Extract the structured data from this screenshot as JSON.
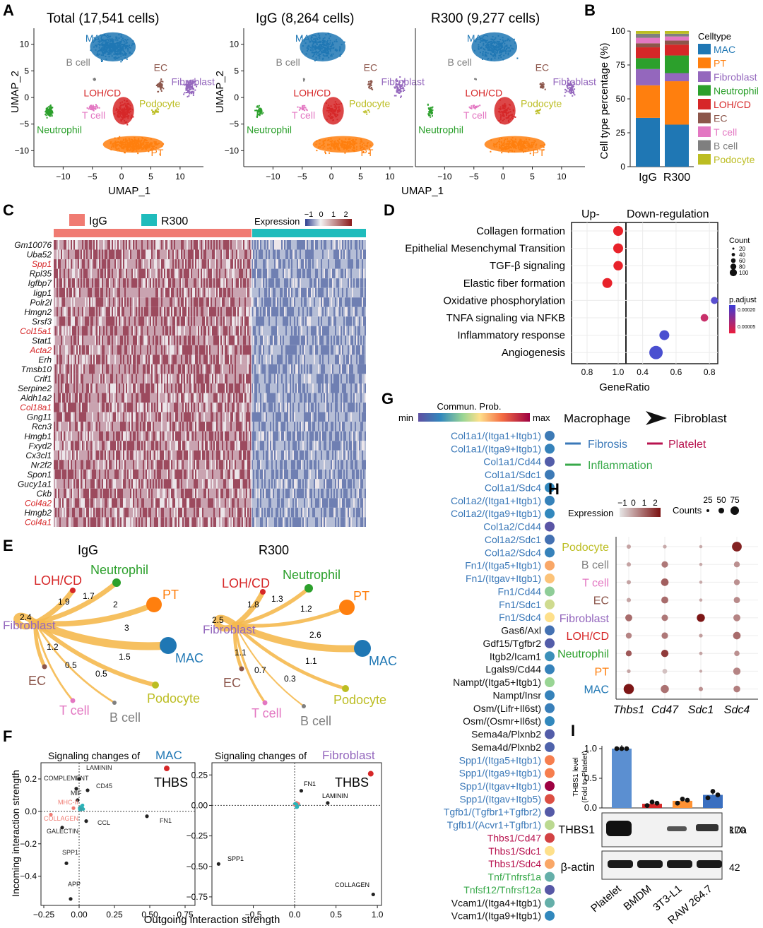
{
  "colors": {
    "MAC": "#1f77b4",
    "PT": "#ff7f0e",
    "Fibroblast": "#9467bd",
    "Neutrophil": "#2ca02c",
    "LOH/CD": "#d62728",
    "EC": "#8c564b",
    "T cell": "#e377c2",
    "B cell": "#7f7f7f",
    "Podocyte": "#bcbd22",
    "IgG": "#f07b72",
    "R300": "#1fbcbc",
    "Fibrosis": "#3a78b8",
    "Platelet": "#b8134f",
    "Inflammation": "#38a94a",
    "edge": "#f5b94f"
  },
  "panelA": {
    "label": "A",
    "titles": [
      "Total (17,541 cells)",
      "IgG (8,264 cells)",
      "R300 (9,277 cells)"
    ],
    "xlabel": "UMAP_1",
    "ylabel": "UMAP_2",
    "xticks": [
      "−10",
      "−5",
      "0",
      "5",
      "10"
    ],
    "yticks": [
      "10",
      "5",
      "0",
      "−5",
      "−10"
    ],
    "cluster_labels": [
      "MAC",
      "B cell",
      "EC",
      "Fibroblast",
      "LOH/CD",
      "Podocyte",
      "T cell",
      "Neutrophil",
      "PT"
    ]
  },
  "panelB": {
    "label": "B",
    "chart_data": {
      "type": "bar",
      "categories": [
        "IgG",
        "R300"
      ],
      "ylabel": "Cell type percentage (%)",
      "ylim": [
        0,
        100
      ],
      "yticks": [
        "0",
        "25",
        "50",
        "75",
        "100"
      ],
      "legend_title": "Celltype",
      "series": [
        {
          "name": "MAC",
          "values": [
            36,
            31
          ]
        },
        {
          "name": "PT",
          "values": [
            24,
            32
          ]
        },
        {
          "name": "Fibroblast",
          "values": [
            12,
            6
          ]
        },
        {
          "name": "Neutrophil",
          "values": [
            8,
            13
          ]
        },
        {
          "name": "LOH/CD",
          "values": [
            8,
            8
          ]
        },
        {
          "name": "EC",
          "values": [
            3,
            3
          ]
        },
        {
          "name": "T cell",
          "values": [
            4,
            3
          ]
        },
        {
          "name": "B cell",
          "values": [
            3,
            2
          ]
        },
        {
          "name": "Podocyte",
          "values": [
            2,
            2
          ]
        }
      ]
    }
  },
  "panelC": {
    "label": "C",
    "groups": [
      "IgG",
      "R300"
    ],
    "legend_title": "Expression",
    "scale_ticks": [
      "−1",
      "0",
      "1",
      "2"
    ],
    "genes": [
      "Gm10076",
      "Uba52",
      "Spp1",
      "Rpl35",
      "Igfbp7",
      "Iigp1",
      "Polr2l",
      "Hmgn2",
      "Srsf3",
      "Col15a1",
      "Stat1",
      "Acta2",
      "Erh",
      "Tmsb10",
      "Crlf1",
      "Serpine2",
      "Aldh1a2",
      "Col18a1",
      "Gng11",
      "Rcn3",
      "Hmgb1",
      "Fxyd2",
      "Cx3cl1",
      "Nr2f2",
      "Spon1",
      "Gucy1a1",
      "Ckb",
      "Col4a2",
      "Hmgb2",
      "Col4a1"
    ],
    "highlight_genes": [
      "Spp1",
      "Col15a1",
      "Acta2",
      "Col18a1",
      "Col4a2",
      "Col4a1"
    ]
  },
  "panelD": {
    "label": "D",
    "header_up": "Up-",
    "header_down": "Down-regulation",
    "xlabel": "GeneRatio",
    "xticks_left": [
      "0.8",
      "1.0"
    ],
    "xticks_right": [
      "0.4",
      "0.6",
      "0.8"
    ],
    "legend_count_title": "Count",
    "legend_count_ticks": [
      "20",
      "40",
      "60",
      "80",
      "100"
    ],
    "legend_padj_title": "p.adjust",
    "legend_padj_ticks": [
      "0.00020",
      "0.00005"
    ],
    "chart_data": {
      "type": "scatter",
      "terms": [
        "Collagen formation",
        "Epithelial Mesenchymal Transition",
        "TGF-β signaling",
        "Elastic fiber formation",
        "Oxidative phosphorylation",
        "TNFA signaling via NFKB",
        "Inflammatory response",
        "Angiogenesis"
      ],
      "points": [
        {
          "term": "Collagen formation",
          "side": "up",
          "gene_ratio": 1.0,
          "count": 25
        },
        {
          "term": "Epithelial Mesenchymal Transition",
          "side": "up",
          "gene_ratio": 1.0,
          "count": 25
        },
        {
          "term": "TGF-β signaling",
          "side": "up",
          "gene_ratio": 1.0,
          "count": 22
        },
        {
          "term": "Elastic fiber formation",
          "side": "up",
          "gene_ratio": 0.93,
          "count": 25
        },
        {
          "term": "Oxidative phosphorylation",
          "side": "down",
          "gene_ratio": 0.83,
          "count": 8
        },
        {
          "term": "TNFA signaling via NFKB",
          "side": "down",
          "gene_ratio": 0.77,
          "count": 10
        },
        {
          "term": "Inflammatory response",
          "side": "down",
          "gene_ratio": 0.53,
          "count": 25
        },
        {
          "term": "Angiogenesis",
          "side": "down",
          "gene_ratio": 0.48,
          "count": 60
        }
      ]
    }
  },
  "panelE": {
    "label": "E",
    "graphs": [
      {
        "title": "IgG",
        "source": "Fibroblast",
        "targets": [
          {
            "name": "LOH/CD",
            "weight": "1.9"
          },
          {
            "name": "Neutrophil",
            "weight": "1.7"
          },
          {
            "name": "PT",
            "weight": "2"
          },
          {
            "name": "MAC",
            "weight": "3"
          },
          {
            "name": "Podocyte",
            "weight": "1.5"
          },
          {
            "name": "B cell",
            "weight": "0.5"
          },
          {
            "name": "T cell",
            "weight": "0.5"
          },
          {
            "name": "EC",
            "weight": "1.2"
          }
        ],
        "self": "2.4"
      },
      {
        "title": "R300",
        "source": "Fibroblast",
        "targets": [
          {
            "name": "LOH/CD",
            "weight": "1.8"
          },
          {
            "name": "Neutrophil",
            "weight": "1.3"
          },
          {
            "name": "PT",
            "weight": "1.2"
          },
          {
            "name": "MAC",
            "weight": "2.6"
          },
          {
            "name": "Podocyte",
            "weight": "1.1"
          },
          {
            "name": "B cell",
            "weight": "0.3"
          },
          {
            "name": "T cell",
            "weight": "0.7"
          },
          {
            "name": "EC",
            "weight": "1.1"
          }
        ],
        "self": "2.5"
      }
    ]
  },
  "panelF": {
    "label": "F",
    "title_prefix": "Signaling changes of",
    "xlabel": "Outgoing interaction strength",
    "ylabel": "Incoming interaction strength",
    "plots": [
      {
        "cell": "MAC",
        "xticks": [
          "−0.25",
          "0.00",
          "0.25",
          "0.50",
          "0.75"
        ],
        "yticks": [
          "0.2",
          "0.0",
          "−0.2",
          "−0.4"
        ],
        "highlight": "THBS",
        "labels": [
          "LAMININ",
          "COMPLEMENT",
          "CD45",
          "MIF",
          "MHC-II",
          "COLLAGEN",
          "GALECTIN",
          "CCL",
          "FN1",
          "SPP1",
          "APP"
        ]
      },
      {
        "cell": "Fibroblast",
        "xticks": [
          "−0.5",
          "0.0",
          "0.5",
          "1.0"
        ],
        "yticks": [
          "0.25",
          "0.00",
          "−0.25",
          "−0.50",
          "−0.75"
        ],
        "highlight": "THBS",
        "labels": [
          "FN1",
          "LAMININ",
          "SPP1",
          "COLLAGEN"
        ]
      }
    ]
  },
  "panelG": {
    "label": "G",
    "scale_title": "Commun. Prob.",
    "scale_min": "min",
    "scale_max": "max",
    "flow_from": "Macrophage",
    "flow_to": "Fibroblast",
    "legend": [
      {
        "name": "Fibrosis"
      },
      {
        "name": "Platelet"
      },
      {
        "name": "Inflammation"
      }
    ],
    "pairs": [
      {
        "name": "Col1a1/(Itga1+Itgb1)",
        "cat": "Fibrosis",
        "level": 0.15
      },
      {
        "name": "Col1a1/(Itga9+Itgb1)",
        "cat": "Fibrosis",
        "level": 0.18
      },
      {
        "name": "Col1a1/Cd44",
        "cat": "Fibrosis",
        "level": 0.05
      },
      {
        "name": "Col1a1/Sdc1",
        "cat": "Fibrosis",
        "level": 0.15
      },
      {
        "name": "Col1a1/Sdc4",
        "cat": "Fibrosis",
        "level": 0.2
      },
      {
        "name": "Col1a2/(Itga1+Itgb1)",
        "cat": "Fibrosis",
        "level": 0.18
      },
      {
        "name": "Col1a2/(Itga9+Itgb1)",
        "cat": "Fibrosis",
        "level": 0.2
      },
      {
        "name": "Col1a2/Cd44",
        "cat": "Fibrosis",
        "level": 0.02
      },
      {
        "name": "Col1a2/Sdc1",
        "cat": "Fibrosis",
        "level": 0.12
      },
      {
        "name": "Col1a2/Sdc4",
        "cat": "Fibrosis",
        "level": 0.18
      },
      {
        "name": "Fn1/(Itga5+Itgb1)",
        "cat": "Fibrosis",
        "level": 0.65
      },
      {
        "name": "Fn1/(Itgav+Itgb1)",
        "cat": "Fibrosis",
        "level": 0.6
      },
      {
        "name": "Fn1/Cd44",
        "cat": "Fibrosis",
        "level": 0.38
      },
      {
        "name": "Fn1/Sdc1",
        "cat": "Fibrosis",
        "level": 0.48
      },
      {
        "name": "Fn1/Sdc4",
        "cat": "Fibrosis",
        "level": 0.55
      },
      {
        "name": "Gas6/Axl",
        "cat": "Other",
        "level": 0.12
      },
      {
        "name": "Gdf15/Tgfbr2",
        "cat": "Other",
        "level": 0.05
      },
      {
        "name": "Itgb2/Icam1",
        "cat": "Other",
        "level": 0.22
      },
      {
        "name": "Lgals9/Cd44",
        "cat": "Other",
        "level": 0.18
      },
      {
        "name": "Nampt/(Itga5+Itgb1)",
        "cat": "Other",
        "level": 0.4
      },
      {
        "name": "Nampt/Insr",
        "cat": "Other",
        "level": 0.18
      },
      {
        "name": "Osm/(Lifr+Il6st)",
        "cat": "Other",
        "level": 0.17
      },
      {
        "name": "Osm/(Osmr+Il6st)",
        "cat": "Other",
        "level": 0.2
      },
      {
        "name": "Sema4a/Plxnb2",
        "cat": "Other",
        "level": 0.05
      },
      {
        "name": "Sema4d/Plxnb2",
        "cat": "Other",
        "level": 0.07
      },
      {
        "name": "Spp1/(Itga5+Itgb1)",
        "cat": "Fibrosis",
        "level": 0.72
      },
      {
        "name": "Spp1/(Itga9+Itgb1)",
        "cat": "Fibrosis",
        "level": 0.72
      },
      {
        "name": "Spp1/(Itgav+Itgb1)",
        "cat": "Fibrosis",
        "level": 1.0
      },
      {
        "name": "Spp1/(Itgav+Itgb5)",
        "cat": "Fibrosis",
        "level": 0.82
      },
      {
        "name": "Tgfb1/(Tgfbr1+Tgfbr2)",
        "cat": "Fibrosis",
        "level": 0.04
      },
      {
        "name": "Tgfb1/(Acvr1+Tgfbr1)",
        "cat": "Fibrosis",
        "level": 0.45
      },
      {
        "name": "Thbs1/Cd47",
        "cat": "Platelet",
        "level": 0.85
      },
      {
        "name": "Thbs1/Sdc1",
        "cat": "Platelet",
        "level": 0.55
      },
      {
        "name": "Thbs1/Sdc4",
        "cat": "Platelet",
        "level": 0.65
      },
      {
        "name": "Tnf/Tnfrsf1a",
        "cat": "Inflammation",
        "level": 0.3
      },
      {
        "name": "Tnfsf12/Tnfrsf12a",
        "cat": "Inflammation",
        "level": 0.03
      },
      {
        "name": "Vcam1/(Itga4+Itgb1)",
        "cat": "Other",
        "level": 0.3
      },
      {
        "name": "Vcam1/(Itga9+Itgb1)",
        "cat": "Other",
        "level": 0.2
      }
    ]
  },
  "panelH": {
    "label": "H",
    "legend_expr_title": "Expression",
    "legend_expr_ticks": [
      "−1",
      "0",
      "1",
      "2"
    ],
    "legend_counts_title": "Counts",
    "legend_counts_ticks": [
      "25",
      "50",
      "75"
    ],
    "genes": [
      "Thbs1",
      "Cd47",
      "Sdc1",
      "Sdc4"
    ],
    "cells": [
      "Podocyte",
      "B cell",
      "T cell",
      "EC",
      "Fibroblast",
      "LOH/CD",
      "Neutrophil",
      "PT",
      "MAC"
    ],
    "chart_data": {
      "type": "scatter",
      "note_axes": "x = genes, y = cells",
      "dots": [
        [
          [
            0.1,
            20
          ],
          [
            0.0,
            15
          ],
          [
            0.0,
            10
          ],
          [
            2.2,
            70
          ]
        ],
        [
          [
            0.1,
            20
          ],
          [
            0.8,
            40
          ],
          [
            0.0,
            10
          ],
          [
            0.4,
            35
          ]
        ],
        [
          [
            0.1,
            20
          ],
          [
            1.2,
            50
          ],
          [
            0.0,
            10
          ],
          [
            0.4,
            35
          ]
        ],
        [
          [
            0.1,
            20
          ],
          [
            1.0,
            45
          ],
          [
            0.0,
            10
          ],
          [
            0.5,
            38
          ]
        ],
        [
          [
            1.0,
            45
          ],
          [
            0.8,
            40
          ],
          [
            2.4,
            55
          ],
          [
            0.6,
            45
          ]
        ],
        [
          [
            0.6,
            35
          ],
          [
            0.8,
            40
          ],
          [
            0.2,
            15
          ],
          [
            1.0,
            50
          ]
        ],
        [
          [
            1.3,
            35
          ],
          [
            1.8,
            48
          ],
          [
            0.1,
            12
          ],
          [
            0.4,
            30
          ]
        ],
        [
          [
            0.1,
            15
          ],
          [
            -0.4,
            25
          ],
          [
            0.0,
            8
          ],
          [
            0.6,
            48
          ]
        ],
        [
          [
            2.4,
            75
          ],
          [
            0.9,
            55
          ],
          [
            0.4,
            20
          ],
          [
            0.7,
            42
          ]
        ]
      ]
    }
  },
  "panelI": {
    "label": "I",
    "ylabel_line1": "THBS1 level",
    "ylabel_line2": "(Fold to Platelet)",
    "yticks": [
      "1.0",
      "0.5",
      "0.0"
    ],
    "kda_label": "kDa",
    "blots": [
      {
        "name": "THBS1",
        "kda": "170"
      },
      {
        "name": "β-actin",
        "kda": "42"
      }
    ],
    "chart_data": {
      "type": "bar",
      "categories": [
        "Platelet",
        "BMDM",
        "3T3-L1",
        "RAW 264.7"
      ],
      "values": [
        1.0,
        0.07,
        0.12,
        0.22
      ],
      "ylim": [
        0,
        1.0
      ],
      "points": [
        [
          1.0,
          1.0,
          1.0
        ],
        [
          0.04,
          0.1,
          0.08
        ],
        [
          0.08,
          0.15,
          0.13
        ],
        [
          0.17,
          0.28,
          0.22
        ]
      ]
    }
  }
}
